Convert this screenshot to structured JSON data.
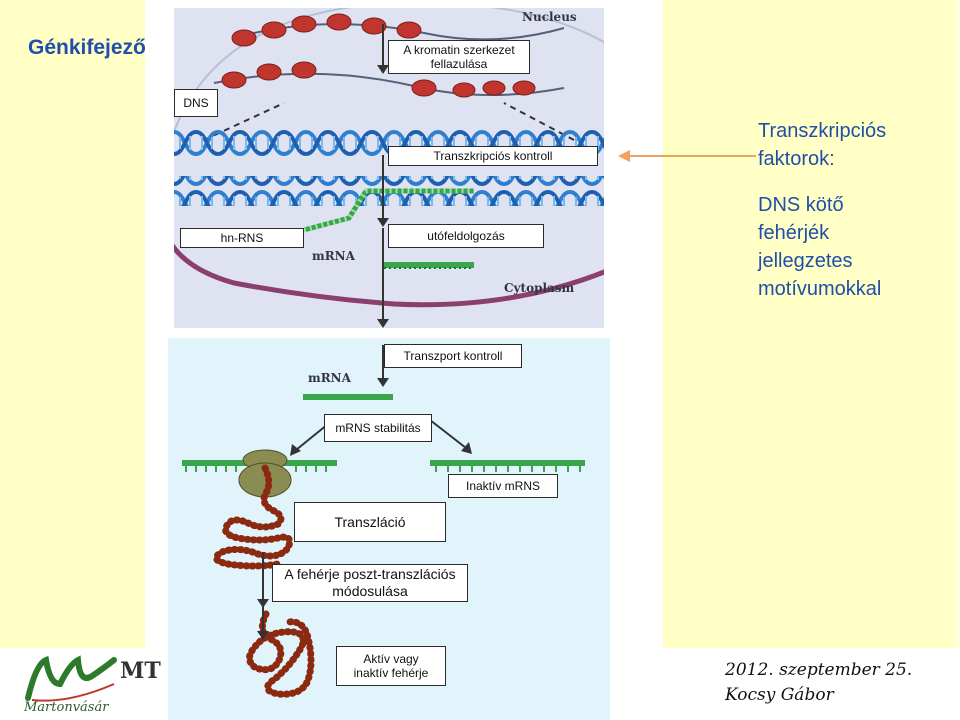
{
  "slide": {
    "title": "Génkifejeződés",
    "right_heading_1": "Transzkripciós",
    "right_heading_2": "faktorok:",
    "right_body_1": "DNS kötő",
    "right_body_2": "fehérjék",
    "right_body_3": "jellegzetes",
    "right_body_4": "motívumokkal"
  },
  "figure_labels": {
    "nucleus": "Nucleus",
    "cytoplasm": "Cytoplasm",
    "mrna_top": "mRNA",
    "mrna_bottom": "mRNA"
  },
  "boxes": {
    "dns": "DNS",
    "chromatin_1": "A kromatin szerkezet",
    "chromatin_2": "fellazulása",
    "transcription_control": "Transzkripciós kontroll",
    "hn_rns": "hn-RNS",
    "processing": "utófeldolgozás",
    "transport_control": "Transzport kontroll",
    "mrns_stability": "mRNS stabilitás",
    "inactive_mrns": "Inaktív mRNS",
    "translation": "Transzláció",
    "ptm_1": "A fehérje poszt-transzlációs",
    "ptm_2": "módosulása",
    "active_1": "Aktív vagy",
    "active_2": "inaktív fehérje"
  },
  "footer": {
    "logo_abbrev": "MT",
    "logo_place": "Martonvásár",
    "date": "2012. szeptember 25.",
    "author": "Kocsy Gábor"
  },
  "colors": {
    "title_blue": "#1f4fa8",
    "slide_background": "#ffffc6",
    "dna_blue": "#2f7fd0",
    "rna_green": "#3aa64b",
    "nucleosome_red": "#c0352d",
    "membrane_purple": "#8a3f6e",
    "protein_brown": "#8b2a10"
  }
}
